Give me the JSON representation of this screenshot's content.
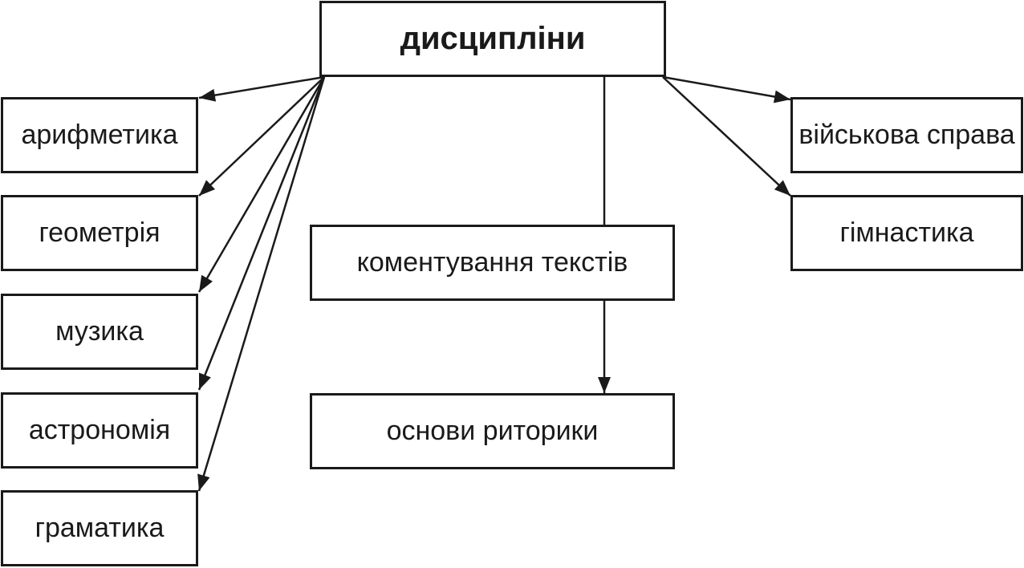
{
  "diagram": {
    "root": "дисципліни",
    "left": [
      "арифметика",
      "геометрія",
      "музика",
      "астрономія",
      "граматика"
    ],
    "center": [
      "коментування текстів",
      "основи риторики"
    ],
    "right": [
      "військова справа",
      "гімнастика"
    ]
  },
  "colors": {
    "stroke": "#1a1a1a",
    "background": "#ffffff"
  }
}
